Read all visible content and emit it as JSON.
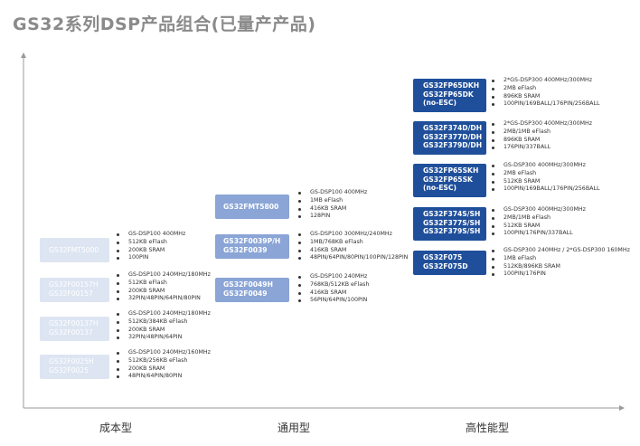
{
  "title": "GS32系列DSP产品组合(已量产产品)",
  "categories": {
    "low": "成本型",
    "mid": "通用型",
    "high": "高性能型"
  },
  "products": [
    {
      "id": "fmt5000",
      "tier": "low",
      "names": [
        "GS32FMT5000"
      ],
      "specs": [
        "GS-DSP100 400MHz",
        "512KB eFlash",
        "200KB SRAM",
        "100PIN"
      ]
    },
    {
      "id": "f00157",
      "tier": "low",
      "names": [
        "GS32F00157H",
        "GS32F00157"
      ],
      "specs": [
        "GS-DSP100 240MHz/180MHz",
        "512KB eFlash",
        "200KB SRAM",
        "32PIN/48PIN/64PIN/80PIN"
      ]
    },
    {
      "id": "f00137",
      "tier": "low",
      "names": [
        "GS32F00137H",
        "GS32F00137"
      ],
      "specs": [
        "GS-DSP100 240MHz/180MHz",
        "512KB/384KB eFlash",
        "200KB SRAM",
        "32PIN/48PIN/64PIN"
      ]
    },
    {
      "id": "f0025",
      "tier": "low",
      "names": [
        "GS32F0025H",
        "GS32F0025"
      ],
      "specs": [
        "GS-DSP100 240MHz/160MHz",
        "512KB/256KB eFlash",
        "200KB SRAM",
        "48PIN/64PIN/80PIN"
      ]
    },
    {
      "id": "fmt5800",
      "tier": "mid",
      "names": [
        "GS32FMT5800"
      ],
      "specs": [
        "GS-DSP100 400MHz",
        "1MB eFlash",
        "416KB SRAM",
        "128PIN"
      ]
    },
    {
      "id": "f0039",
      "tier": "mid",
      "names": [
        "GS32F0039P/H",
        "GS32F0039"
      ],
      "specs": [
        "GS-DSP100 300MHz/240MHz",
        "1MB/768KB eFlash",
        "416KB SRAM",
        "48PIN/64PIN/80PIN/100PIN/128PIN"
      ]
    },
    {
      "id": "f0049",
      "tier": "mid",
      "names": [
        "GS32F0049H",
        "GS32F0049"
      ],
      "specs": [
        "GS-DSP100 240MHz",
        "768KB/512KB eFlash",
        "416KB SRAM",
        "56PIN/64PIN/100PIN"
      ]
    },
    {
      "id": "fp65dk",
      "tier": "high",
      "names": [
        "GS32FP65DKH",
        "GS32FP65DK",
        "(no-ESC)"
      ],
      "specs": [
        "2*GS-DSP300 400MHz/300MHz",
        "2MB eFlash",
        "896KB SRAM",
        "100PIN/169BALL/176PIN/256BALL"
      ]
    },
    {
      "id": "f37xd",
      "tier": "high",
      "names": [
        "GS32F374D/DH",
        "GS32F377D/DH",
        "GS32F379D/DH"
      ],
      "specs": [
        "2*GS-DSP300 400MHz/300MHz",
        "2MB/1MB eFlash",
        "896KB SRAM",
        "176PIN/337BALL"
      ]
    },
    {
      "id": "fp65sk",
      "tier": "high",
      "names": [
        "GS32FP65SKH",
        "GS32FP65SK",
        "(no-ESC)"
      ],
      "specs": [
        "GS-DSP300 400MHz/300MHz",
        "2MB eFlash",
        "512KB SRAM",
        "100PIN/169BALL/176PIN/256BALL"
      ]
    },
    {
      "id": "f37xs",
      "tier": "high",
      "names": [
        "GS32F374S/SH",
        "GS32F377S/SH",
        "GS32F379S/SH"
      ],
      "specs": [
        "GS-DSP300 400MHz/300MHz",
        "2MB/1MB eFlash",
        "512KB SRAM",
        "100PIN/176PIN/337BALL"
      ]
    },
    {
      "id": "f075",
      "tier": "high",
      "names": [
        "GS32F075",
        "GS32F075D"
      ],
      "specs": [
        "GS-DSP300 240MHz / 2*GS-DSP300 160MHz",
        "1MB eFlash",
        "512KB/896KB SRAM",
        "100PIN/176PIN"
      ]
    }
  ]
}
